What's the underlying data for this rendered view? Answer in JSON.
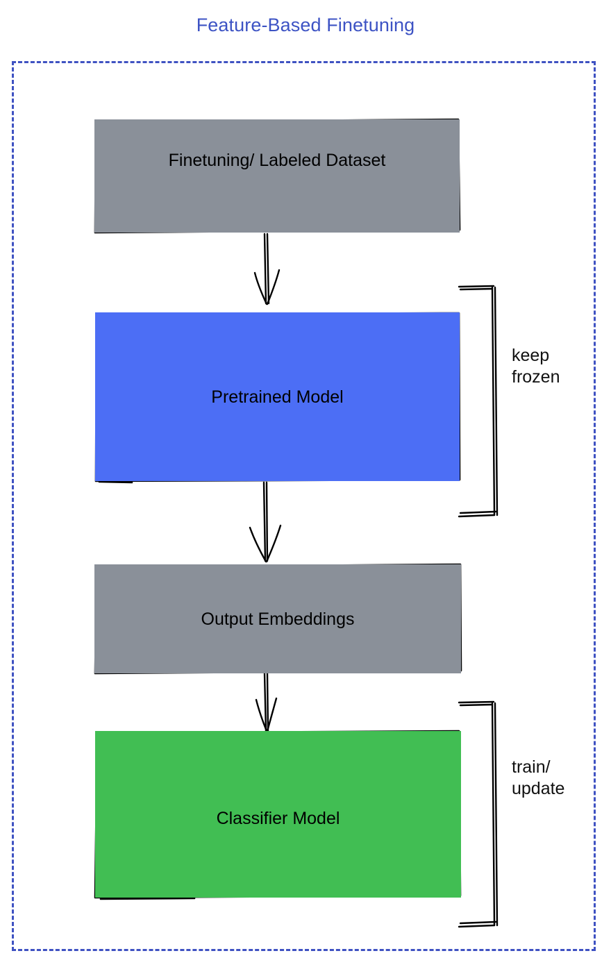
{
  "title": "Feature-Based Finetuning",
  "colors": {
    "title": "#3d53c4",
    "frame_border": "#3f52c2",
    "gray_node": "#8a9099",
    "blue_node": "#4c6ef5",
    "green_node": "#41be53",
    "stroke": "#000000",
    "background": "#ffffff"
  },
  "frame": {
    "style": "dashed",
    "name": "feature-based-finetuning-group"
  },
  "nodes": [
    {
      "id": "dataset",
      "label": "Finetuning/ Labeled Dataset",
      "fill": "#8a9099",
      "role": "data-source"
    },
    {
      "id": "pretrained",
      "label": "Pretrained Model",
      "fill": "#4c6ef5",
      "role": "frozen-model"
    },
    {
      "id": "embeddings",
      "label": "Output Embeddings",
      "fill": "#8a9099",
      "role": "intermediate-representation"
    },
    {
      "id": "classifier",
      "label": "Classifier Model",
      "fill": "#41be53",
      "role": "trainable-head"
    }
  ],
  "annotations": [
    {
      "id": "keep-frozen",
      "line1": "keep",
      "line2": "frozen",
      "text": "keep\nfrozen",
      "applies_to": "pretrained"
    },
    {
      "id": "train-update",
      "line1": "train/",
      "line2": "update",
      "text": "train/\nupdate",
      "applies_to": "classifier"
    }
  ],
  "edges": [
    {
      "id": "dataset-to-pretrained",
      "from": "dataset",
      "to": "pretrained",
      "kind": "arrow-down"
    },
    {
      "id": "pretrained-to-embeddings",
      "from": "pretrained",
      "to": "embeddings",
      "kind": "arrow-down"
    },
    {
      "id": "embeddings-to-classifier",
      "from": "embeddings",
      "to": "classifier",
      "kind": "arrow-down"
    }
  ],
  "brackets": [
    {
      "id": "bracket-keep-frozen",
      "orientation": "right-facing",
      "spans": "pretrained"
    },
    {
      "id": "bracket-train-update",
      "orientation": "right-facing",
      "spans": "classifier"
    }
  ]
}
